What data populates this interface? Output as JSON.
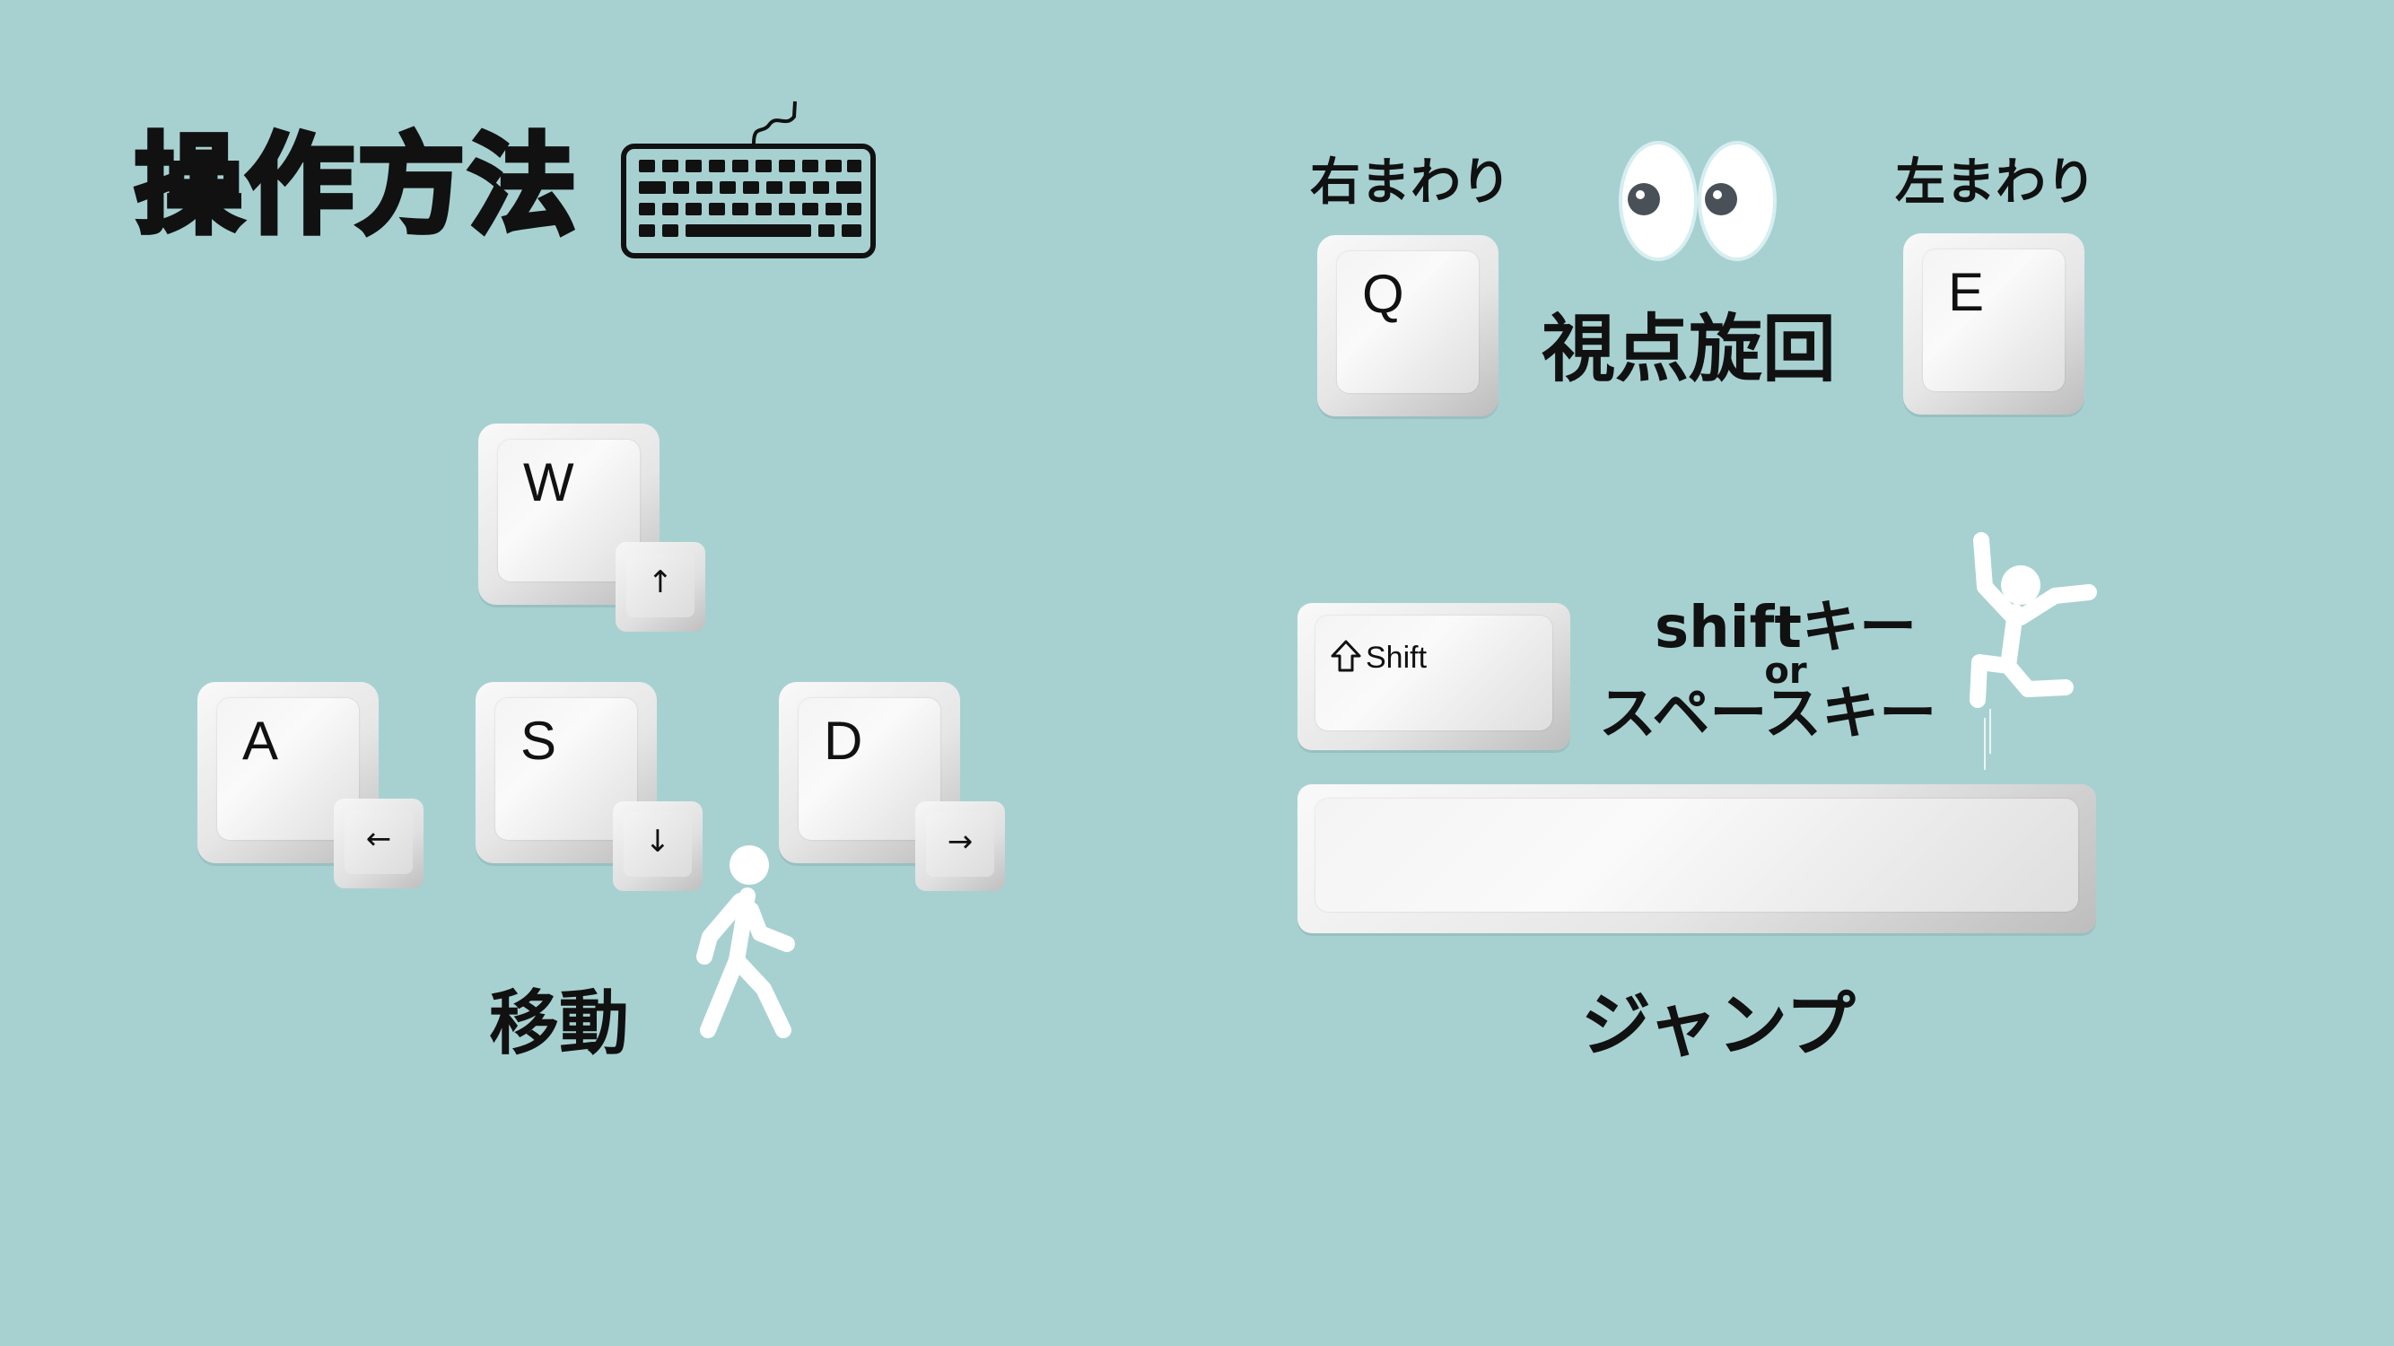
{
  "title": "操作方法",
  "movement": {
    "label": "移動",
    "keys": [
      {
        "letter": "W",
        "arrow": "↑"
      },
      {
        "letter": "A",
        "arrow": "←"
      },
      {
        "letter": "S",
        "arrow": "↓"
      },
      {
        "letter": "D",
        "arrow": "→"
      }
    ]
  },
  "camera": {
    "label": "視点旋回",
    "right_turn": "右まわり",
    "left_turn": "左まわり",
    "key_q": "Q",
    "key_e": "E"
  },
  "jump": {
    "label": "ジャンプ",
    "shift_key_label": "Shift",
    "line1": "shiftキー",
    "line2": "or",
    "line3": "スペースキー"
  },
  "icons": [
    "keyboard-icon",
    "eyes-icon",
    "walking-person-icon",
    "jumping-person-icon",
    "shift-arrow-icon"
  ],
  "colors": {
    "background": "#a7d1d1",
    "text": "#111111"
  }
}
